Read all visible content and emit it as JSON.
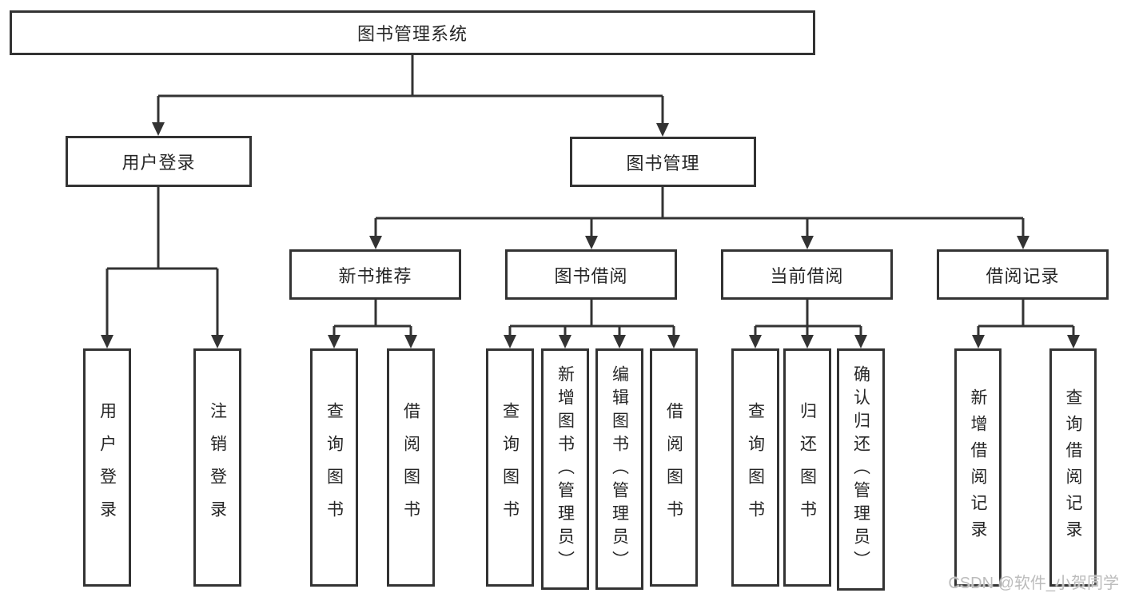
{
  "tree": {
    "root": "图书管理系统",
    "user_login": {
      "label": "用户登录",
      "children": [
        "用户登录",
        "注销登录"
      ]
    },
    "book_mgmt": {
      "label": "图书管理",
      "sections": [
        {
          "label": "新书推荐",
          "children": [
            "查询图书",
            "借阅图书"
          ]
        },
        {
          "label": "图书借阅",
          "children": [
            "查询图书",
            "新增图书（管理员）",
            "编辑图书（管理员）",
            "借阅图书"
          ]
        },
        {
          "label": "当前借阅",
          "children": [
            "查询图书",
            "归还图书",
            "确认归还（管理员）"
          ]
        },
        {
          "label": "借阅记录",
          "children": [
            "新增借阅记录",
            "查询借阅记录"
          ]
        }
      ]
    }
  },
  "watermark": {
    "text": "CSDN @软件_小贺同学"
  },
  "colors": {
    "line": "#333333",
    "box_border": "#333333",
    "box_fill": "#ffffff",
    "text": "#262626",
    "background": "#ffffff",
    "watermark": "#bcbcbc"
  }
}
